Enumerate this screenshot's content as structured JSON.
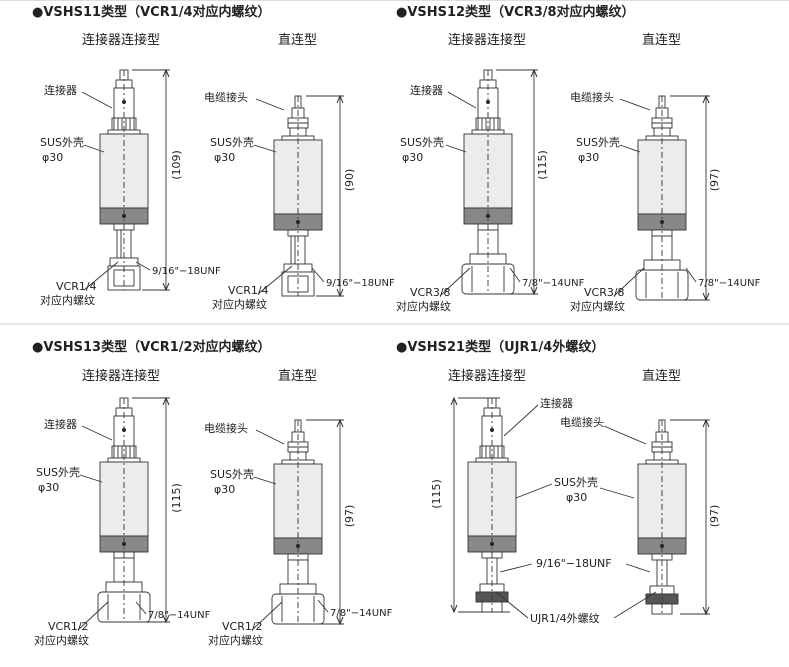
{
  "colors": {
    "body_fill": "#ececec",
    "dark": "#555555",
    "stroke": "#333333"
  },
  "panels": [
    {
      "title": "●VSHS11类型（VCR1/4对应内螺纹）",
      "types": [
        "连接器连接型",
        "直连型"
      ],
      "left": {
        "top_label": "连接器",
        "shell": "SUS外壳",
        "dia": "φ30",
        "dim": "(109)",
        "thread": "9/16\"−18UNF",
        "port1": "VCR1/4",
        "port2": "对应内螺纹"
      },
      "right": {
        "top_label": "电缆接头",
        "shell": "SUS外壳",
        "dia": "φ30",
        "dim": "(90)",
        "thread": "9/16\"−18UNF",
        "port1": "VCR1/4",
        "port2": "对应内螺纹"
      }
    },
    {
      "title": "●VSHS12类型（VCR3/8对应内螺纹）",
      "types": [
        "连接器连接型",
        "直连型"
      ],
      "left": {
        "top_label": "连接器",
        "shell": "SUS外壳",
        "dia": "φ30",
        "dim": "(115)",
        "thread": "7/8\"−14UNF",
        "port1": "VCR3/8",
        "port2": "对应内螺纹"
      },
      "right": {
        "top_label": "电缆接头",
        "shell": "SUS外壳",
        "dia": "φ30",
        "dim": "(97)",
        "thread": "7/8\"−14UNF",
        "port1": "VCR3/8",
        "port2": "对应内螺纹"
      }
    },
    {
      "title": "●VSHS13类型（VCR1/2对应内螺纹）",
      "types": [
        "连接器连接型",
        "直连型"
      ],
      "left": {
        "top_label": "连接器",
        "shell": "SUS外壳",
        "dia": "φ30",
        "dim": "(115)",
        "thread": "7/8\"−14UNF",
        "port1": "VCR1/2",
        "port2": "对应内螺纹"
      },
      "right": {
        "top_label": "电缆接头",
        "shell": "SUS外壳",
        "dia": "φ30",
        "dim": "(97)",
        "thread": "7/8\"−14UNF",
        "port1": "VCR1/2",
        "port2": "对应内螺纹"
      }
    },
    {
      "title": "●VSHS21类型（UJR1/4外螺纹）",
      "types": [
        "连接器连接型",
        "直连型"
      ],
      "left": {
        "top_label": "连接器",
        "dim": "(115)"
      },
      "right": {
        "top_label": "电缆接头",
        "dim": "(97)"
      },
      "shell": "SUS外壳",
      "dia": "φ30",
      "thread": "9/16\"−18UNF",
      "port": "UJR1/4外螺纹"
    }
  ]
}
